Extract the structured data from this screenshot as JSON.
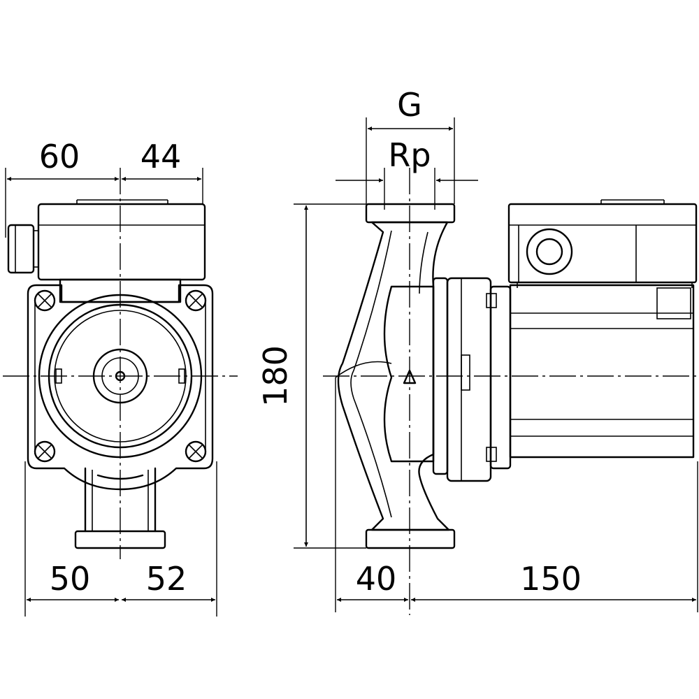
{
  "dimensions": {
    "top_left": "60",
    "top_right": "44",
    "bottom_left": "50",
    "bottom_right": "52",
    "outer_thread": "G",
    "inner_thread": "Rp",
    "height": "180",
    "side_left": "40",
    "side_right": "150"
  }
}
